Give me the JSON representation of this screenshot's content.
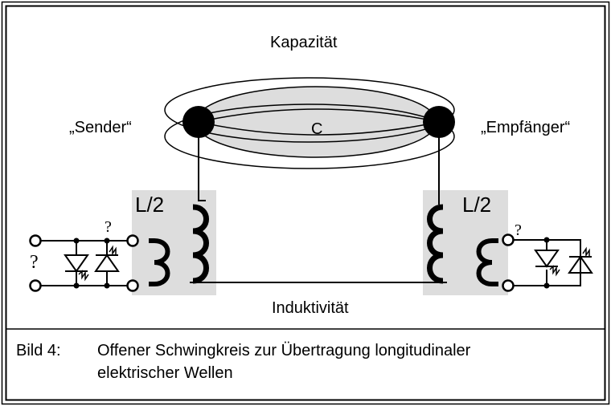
{
  "labels": {
    "capacity": "Kapazität",
    "sender": "„Sender“",
    "receiver": "„Empfänger“",
    "c": "C",
    "l_left": "L/2",
    "l_right": "L/2",
    "inductance": "Induktivität",
    "question_left_top": "?",
    "question_left_side": "?",
    "question_right": "?"
  },
  "caption": {
    "number": "Bild 4:",
    "line1": "Offener Schwingkreis zur Übertragung longitudinaler",
    "line2": "elektrischer Wellen"
  }
}
